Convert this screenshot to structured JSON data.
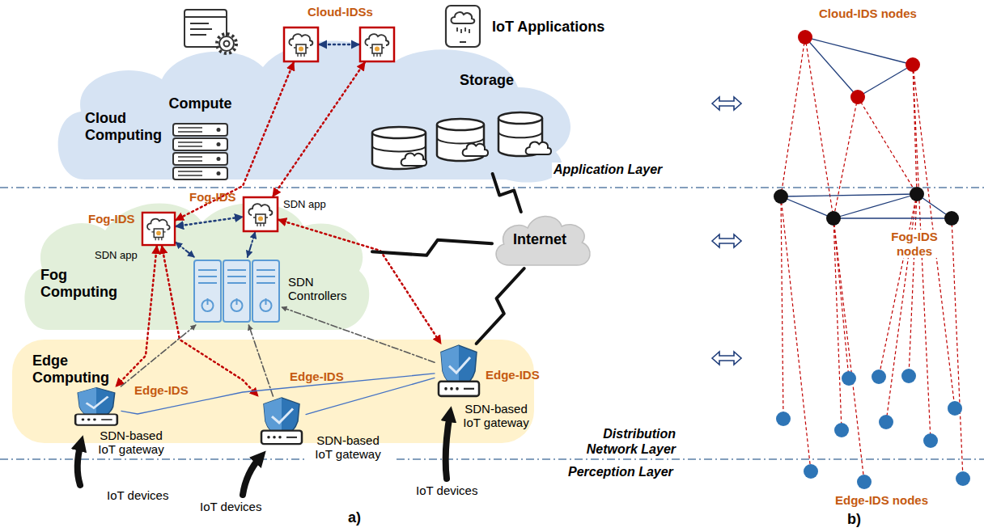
{
  "diagram": {
    "nodes": [
      {
        "text": [
          "Cloud Computing"
        ]
      },
      {
        "text": [
          "Cloud-IDSs"
        ],
        "in": 0
      },
      {
        "text": [],
        "in": 0
      },
      {
        "text": [
          "Compute"
        ],
        "in": 0
      },
      {
        "text": [
          "Storage"
        ],
        "in": 0
      },
      {
        "text": [
          "IoT Applications"
        ],
        "in": 0
      },
      {
        "text": [
          "Fog Computing"
        ]
      },
      {
        "text": [
          "Fog-IDS",
          "SDN app"
        ],
        "in": 6
      },
      {
        "text": [
          "Fog-IDS",
          "SDN app"
        ],
        "in": 6
      },
      {
        "text": [
          "SDN Controllers"
        ],
        "in": 6
      },
      {
        "text": [
          "Internet"
        ]
      },
      {
        "text": [
          "Edge Computing"
        ]
      },
      {
        "text": [
          "Edge-IDS",
          "SDN-based IoT gateway"
        ],
        "in": 11
      },
      {
        "text": [
          "Edge-IDS",
          "SDN-based IoT gateway"
        ],
        "in": 11
      },
      {
        "text": [
          "Edge-IDS",
          "SDN-based IoT gateway"
        ],
        "in": 11
      }
    ],
    "edges": [
      {
        "from": 1,
        "to": 2,
        "arrow": "both"
      },
      {
        "from": 1,
        "to": 7,
        "arrow": "both"
      },
      {
        "from": 2,
        "to": 8,
        "arrow": "both"
      },
      {
        "from": 7,
        "to": 8,
        "arrow": "both"
      },
      {
        "from": 7,
        "to": 12,
        "arrow": "both"
      },
      {
        "from": 7,
        "to": 13,
        "arrow": "both"
      },
      {
        "from": 8,
        "to": 14,
        "arrow": "both"
      },
      {
        "from": 7,
        "to": 9,
        "arrow": "both"
      },
      {
        "from": 8,
        "to": 9,
        "arrow": "both"
      },
      {
        "from": 12,
        "to": 9,
        "arrow": "to"
      },
      {
        "from": 13,
        "to": 9,
        "arrow": "to"
      },
      {
        "from": 14,
        "to": 9,
        "arrow": "to"
      },
      {
        "from": 12,
        "to": 14,
        "arrow": "none"
      },
      {
        "from": 13,
        "to": 14,
        "arrow": "none"
      },
      {
        "from": 4,
        "to": 10,
        "arrow": "none"
      },
      {
        "from": 6,
        "to": 10,
        "arrow": "none"
      },
      {
        "from": 10,
        "to": 14,
        "arrow": "none"
      }
    ],
    "labels": [
      "Application Layer",
      "Distribution Network Layer",
      "Perception Layer",
      "IoT devices",
      "IoT devices",
      "IoT devices",
      "a)",
      "b)",
      "Cloud-IDS nodes",
      "Fog-IDS nodes",
      "Edge-IDS nodes"
    ]
  }
}
